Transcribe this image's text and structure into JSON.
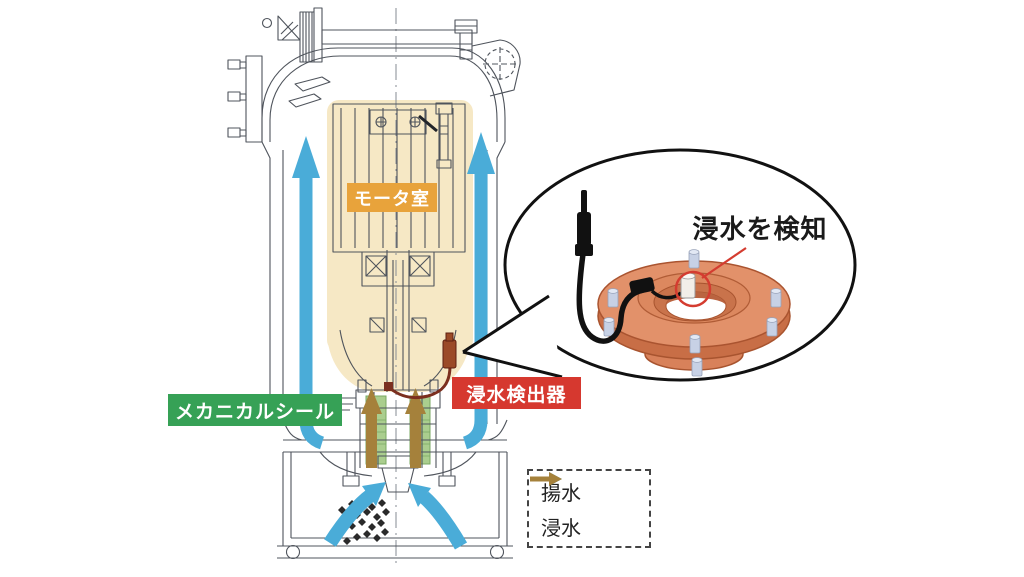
{
  "diagram": {
    "title_context": "submersible pump cross-section with flood detector callout",
    "labels": {
      "motor_room": "モータ室",
      "mechanical_seal": "メカニカルシール",
      "flood_detector": "浸水検出器",
      "callout": "浸水を検知"
    },
    "legend": {
      "items": [
        {
          "label": "揚水",
          "color": "#4AACD8"
        },
        {
          "label": "浸水",
          "color": "#A5813B"
        }
      ]
    },
    "colors": {
      "pumped_water": "#4AACD8",
      "flood_water": "#A5813B",
      "motor_badge": "#E8A33B",
      "seal_badge": "#36A156",
      "detector_badge": "#D6382F",
      "motor_region": "#F6E8C5",
      "seal_highlight": "#AACE8E",
      "detector_flange": "#E2916A",
      "highlight_red": "#D43C30",
      "line_art": "#4F545C"
    }
  }
}
